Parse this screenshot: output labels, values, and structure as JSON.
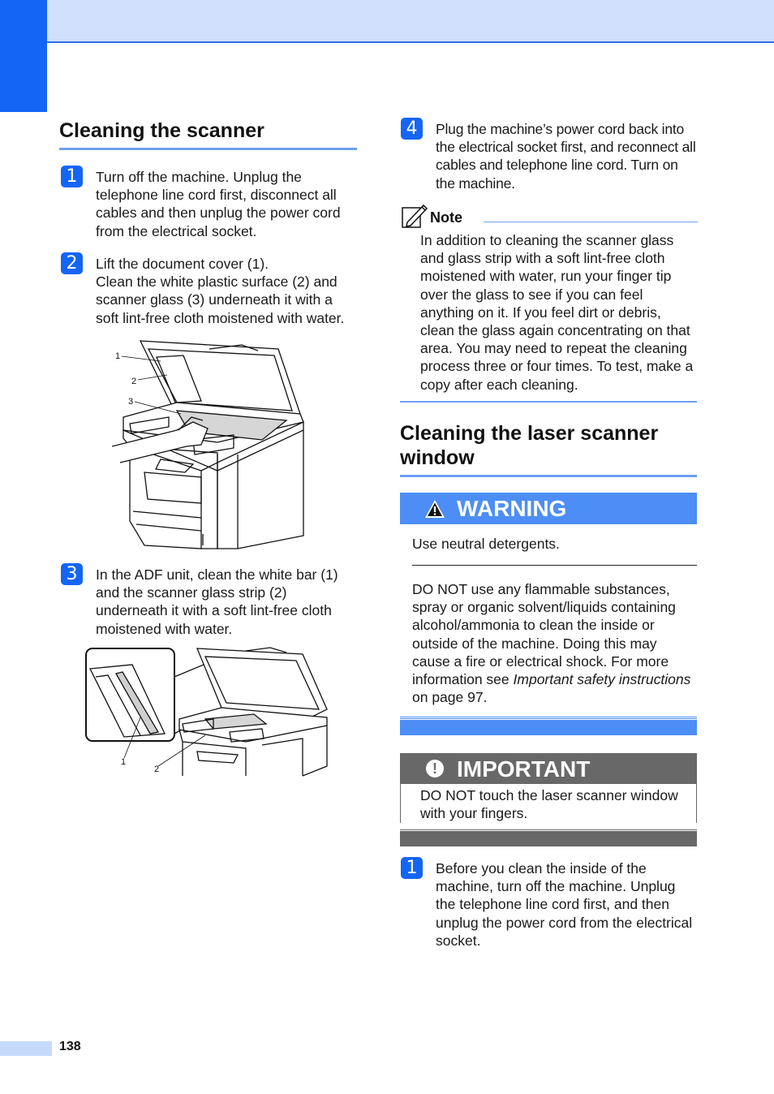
{
  "page_number": "138",
  "left": {
    "title": "Cleaning the scanner",
    "steps": [
      {
        "num": "1",
        "text": "Turn off the machine. Unplug the telephone line cord first, disconnect all cables and then unplug the power cord from the electrical socket."
      },
      {
        "num": "2",
        "line1": "Lift the document cover (1).",
        "line2": "Clean the white plastic surface (2) and scanner glass (3) underneath it with a soft lint-free cloth moistened with water."
      },
      {
        "num": "3",
        "text": "In the ADF unit, clean the white bar (1) and the scanner glass strip (2) underneath it with a soft lint-free cloth moistened with water."
      }
    ],
    "figure1_callouts": [
      "1",
      "2",
      "3"
    ],
    "figure2_callouts": [
      "1",
      "2"
    ]
  },
  "right": {
    "step4": {
      "num": "4",
      "text": "Plug the machine’s power cord back into the electrical socket first, and reconnect all cables and telephone line cord. Turn on the machine."
    },
    "note": {
      "title": "Note",
      "icon": "note-pencil-icon",
      "text": "In addition to cleaning the scanner glass and glass strip with a soft lint-free cloth moistened with water, run your finger tip over the glass to see if you can feel anything on it. If you feel dirt or debris, clean the glass again concentrating on that area. You may need to repeat the cleaning process three or four times. To test, make a copy after each cleaning."
    },
    "title": "Cleaning the laser scanner window",
    "warning": {
      "label": "WARNING",
      "icon": "warning-triangle-icon",
      "text1": "Use neutral detergents.",
      "text2_before": "DO NOT use any flammable substances, spray or organic solvent/liquids containing alcohol/ammonia to clean the inside or outside of the machine. Doing this may cause a fire or electrical shock. For more information see ",
      "text2_link": "Important safety instructions",
      "text2_after": " on page 97.",
      "color": "#4d8ef6"
    },
    "important": {
      "label": "IMPORTANT",
      "icon": "exclamation-circle-icon",
      "text": "DO NOT touch the laser scanner window with your fingers.",
      "color": "#686868"
    },
    "step1": {
      "num": "1",
      "text": "Before you clean the inside of the machine, turn off the machine. Unplug the telephone line cord first, and then unplug the power cord from the electrical socket."
    }
  },
  "colors": {
    "accent": "#1565f5",
    "band": "#cfdffc",
    "rule": "#6ea0f4"
  }
}
